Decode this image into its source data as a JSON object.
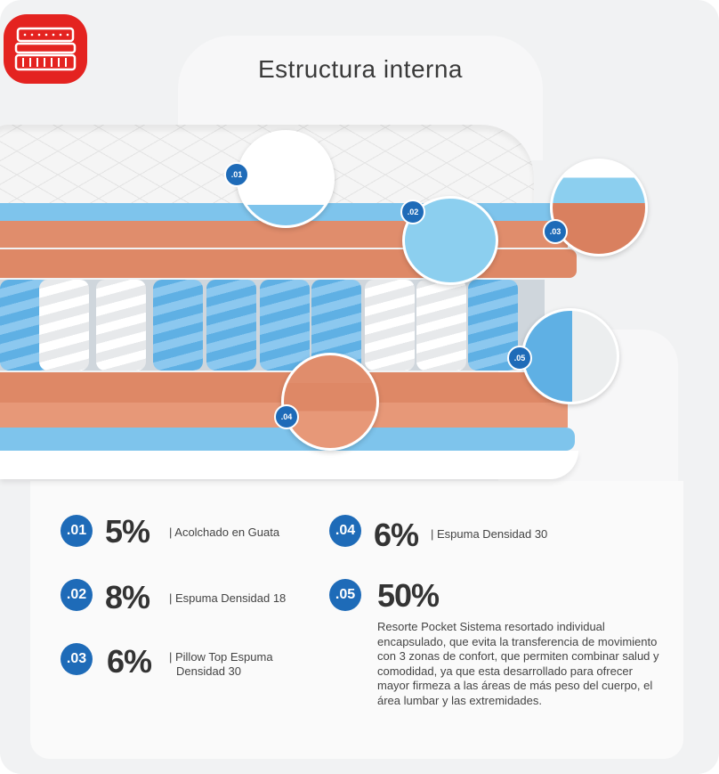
{
  "logo": {
    "icon": "mattress-icon",
    "color": "#e42320"
  },
  "title": "Estructura interna",
  "markers": [
    ".01",
    ".02",
    ".03",
    ".04",
    ".05"
  ],
  "colors": {
    "accent_blue": "#1e6bb8",
    "foam_blue": "#7ec4ec",
    "foam_orange": "#de8866"
  },
  "layers": [
    {
      "code": ".01",
      "percent": "5%",
      "label": "| Acolchado en Guata"
    },
    {
      "code": ".02",
      "percent": "8%",
      "label": "| Espuma Densidad 18"
    },
    {
      "code": ".03",
      "percent": "6%",
      "label_line1": "| Pillow Top Espuma",
      "label_line2": "Densidad 30"
    },
    {
      "code": ".04",
      "percent": "6%",
      "label": "| Espuma Densidad 30"
    },
    {
      "code": ".05",
      "percent": "50%",
      "description": "Resorte Pocket Sistema resortado individual encapsulado, que evita la transferencia de movimiento con 3 zonas de confort, que permiten combinar salud y comodidad, ya que esta desarrollado para ofrecer mayor firmeza a las áreas de más peso del cuerpo, el área lumbar y las extremidades."
    }
  ]
}
